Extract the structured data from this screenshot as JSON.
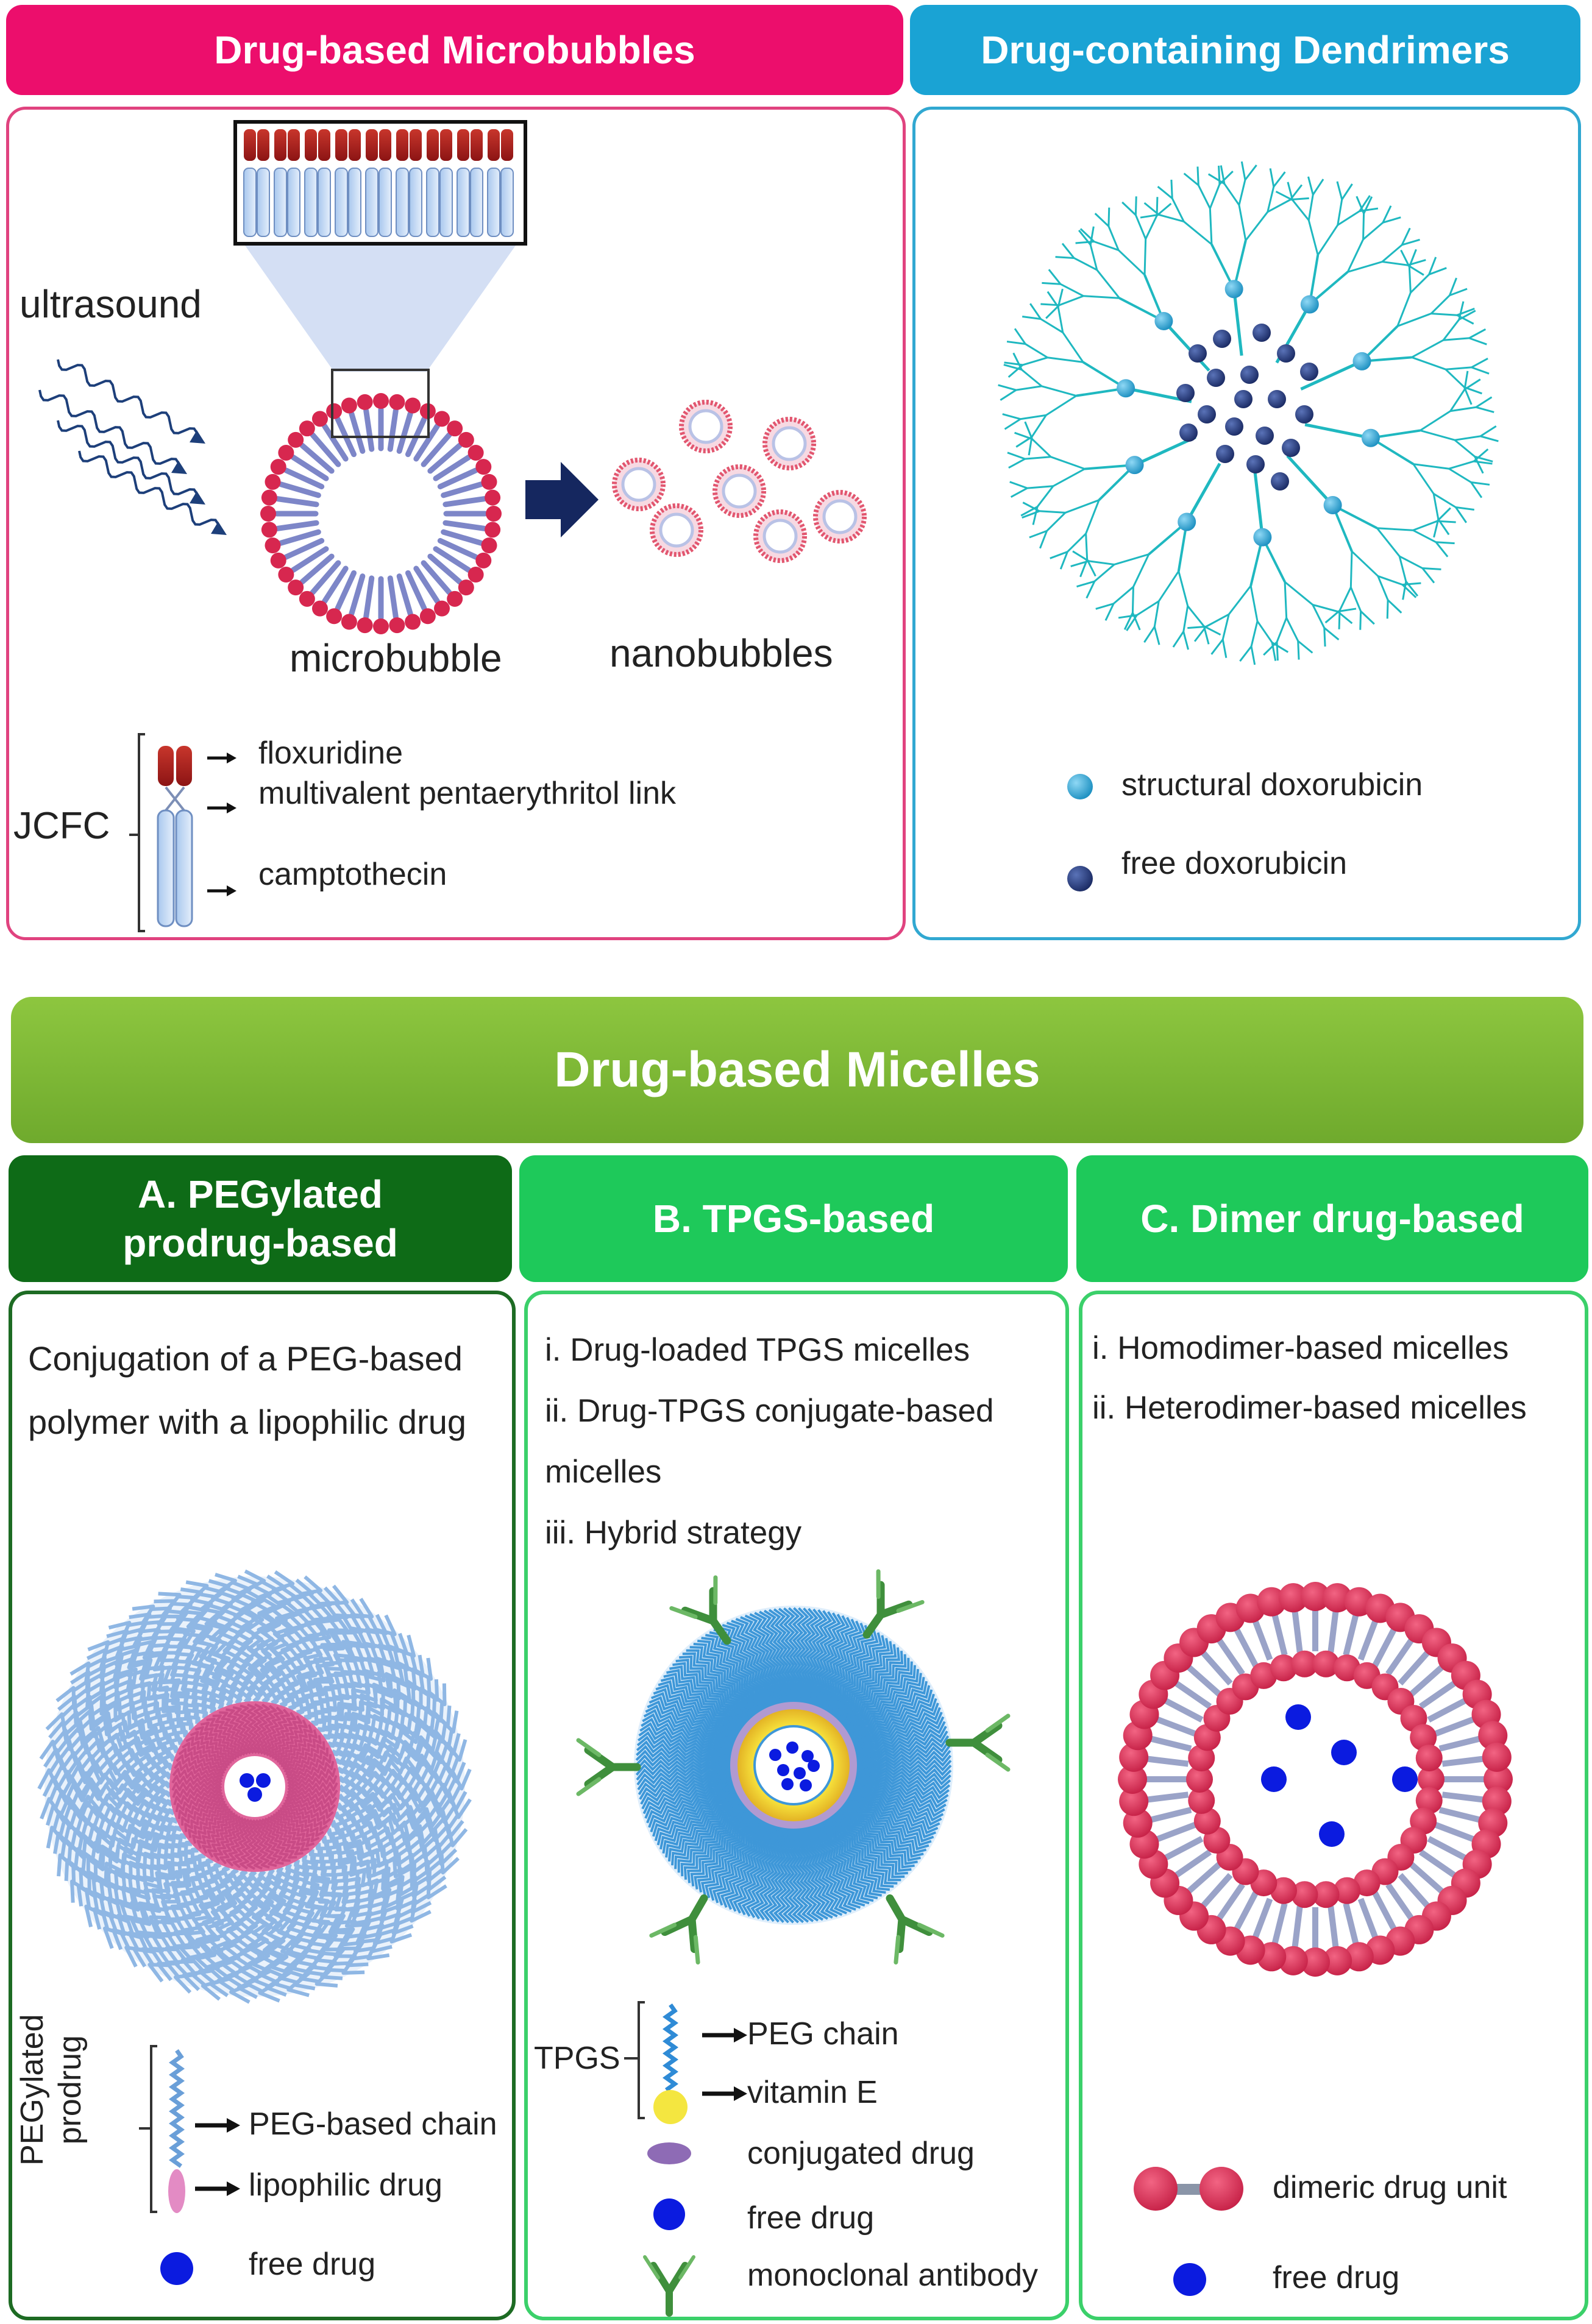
{
  "microbubbles": {
    "title": "Drug-based Microbubbles",
    "ultrasound": "ultrasound",
    "microbubble": "microbubble",
    "nanobubbles": "nanobubbles",
    "jcfc": "JCFC",
    "legend": [
      "floxuridine",
      "multivalent pentaerythritol link",
      "camptothecin"
    ]
  },
  "dendrimers": {
    "title": "Drug-containing Dendrimers",
    "legend": [
      "structural doxorubicin",
      "free doxorubicin"
    ]
  },
  "micelles": {
    "title": "Drug-based Micelles",
    "a": {
      "title_line1": "A. PEGylated",
      "title_line2": "prodrug-based",
      "desc_line1": "Conjugation of a PEG-based",
      "desc_line2": "polymer with a lipophilic drug",
      "side_label_line1": "PEGylated",
      "side_label_line2": "prodrug",
      "legend": [
        "PEG-based chain",
        "lipophilic drug",
        "free drug"
      ]
    },
    "b": {
      "title": "B. TPGS-based",
      "items": [
        "i. Drug-loaded TPGS micelles",
        "ii.  Drug-TPGS  conjugate-based",
        "micelles",
        "iii. Hybrid strategy"
      ],
      "tpgs": "TPGS",
      "legend": [
        "PEG chain",
        "vitamin E",
        "conjugated drug",
        "free drug",
        "monoclonal antibody"
      ]
    },
    "c": {
      "title": "C. Dimer drug-based",
      "items": [
        "i. Homodimer-based micelles",
        "ii. Heterodimer-based micelles"
      ],
      "legend": [
        "dimeric drug unit",
        "free drug"
      ]
    }
  },
  "colors": {
    "pink": "#ec0e6c",
    "cyan": "#1aa3d4",
    "lime": "#7ab531",
    "darkgreen": "#0e6b17",
    "green": "#1ec95a",
    "red": "#d7274f",
    "navy": "#1d2f6b"
  }
}
